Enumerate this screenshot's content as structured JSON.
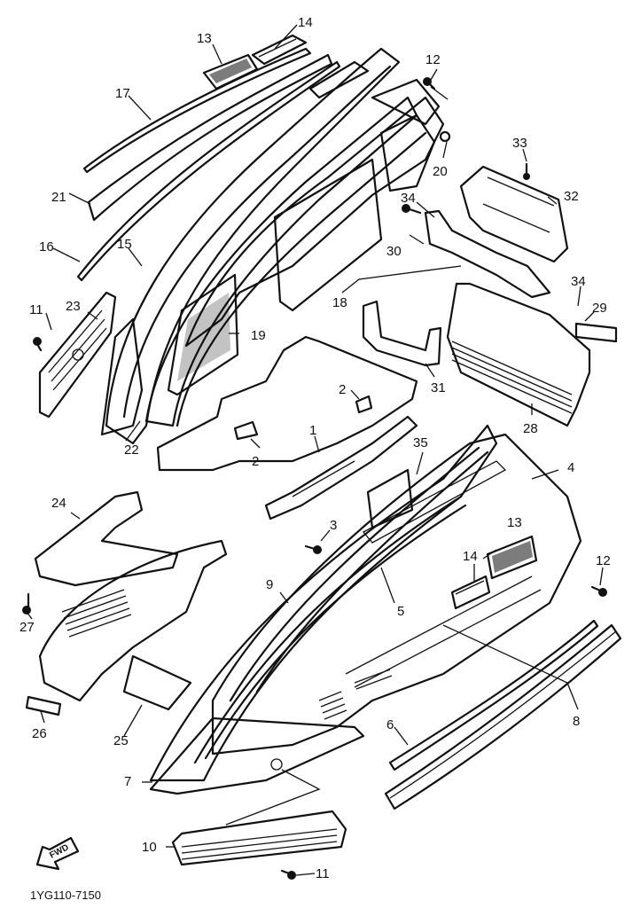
{
  "diagram_code": "1YG110-7150",
  "fwd_label": "FWD",
  "callouts": {
    "c2a": "2",
    "c2b": "2",
    "c3": "3",
    "c4": "4",
    "c5": "5",
    "c6": "6",
    "c7": "7",
    "c8": "8",
    "c9": "9",
    "c10": "10",
    "c11a": "11",
    "c11b": "11",
    "c12a": "12",
    "c12b": "12",
    "c13a": "13",
    "c13b": "13",
    "c14a": "14",
    "c14b": "14",
    "c15": "15",
    "c16": "16",
    "c17": "17",
    "c18": "18",
    "c19": "19",
    "c20": "20",
    "c21": "21",
    "c22": "22",
    "c23": "23",
    "c24": "24",
    "c25": "25",
    "c26": "26",
    "c27": "27",
    "c28": "28",
    "c29": "29",
    "c30": "30",
    "c31": "31",
    "c32": "32",
    "c33": "33",
    "c34a": "34",
    "c34b": "34",
    "c35": "35",
    "c1": "1"
  }
}
